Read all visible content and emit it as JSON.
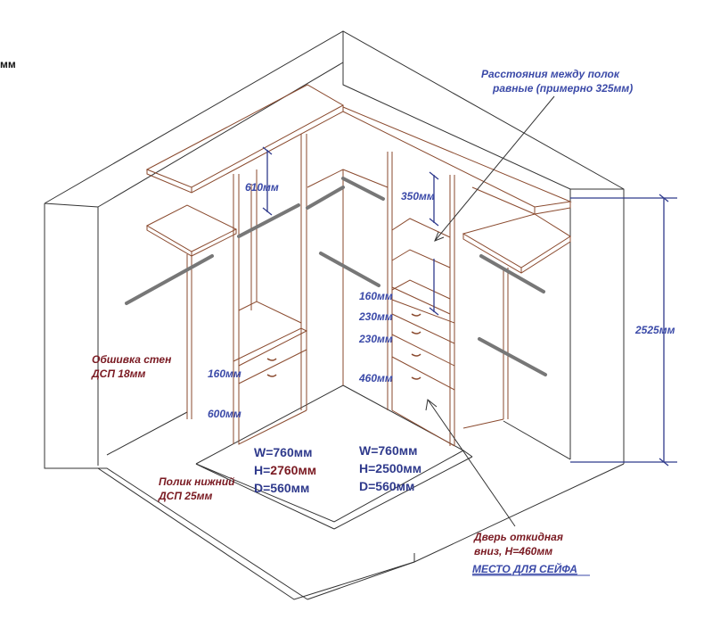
{
  "corner_label": "мм",
  "note_top": {
    "line1": "Расстояния между полок",
    "line2": "равные (примерно 325мм)"
  },
  "dims": {
    "d610": "610мм",
    "d350": "350мм",
    "d160_right": "160мм",
    "d230_a": "230мм",
    "d230_b": "230мм",
    "d460": "460мм",
    "d160_left": "160мм",
    "d600": "600мм",
    "d2525": "2525мм"
  },
  "wall_cladding": {
    "line1": "Обшивка стен",
    "line2": "ДСП 18мм"
  },
  "floor_shelf": {
    "line1": "Полик нижний",
    "line2": "ДСП 25мм"
  },
  "left_unit": {
    "w": "W=760мм",
    "h_prefix": "H=",
    "h_value": "2760мм",
    "d": "D=560мм"
  },
  "right_unit": {
    "w": "W=760мм",
    "h": "H=2500мм",
    "d": "D=560мм"
  },
  "door_note": {
    "line1": "Дверь откидная",
    "line2": "вниз, H=460мм"
  },
  "safe_link": "МЕСТО ДЛЯ СЕЙФА"
}
